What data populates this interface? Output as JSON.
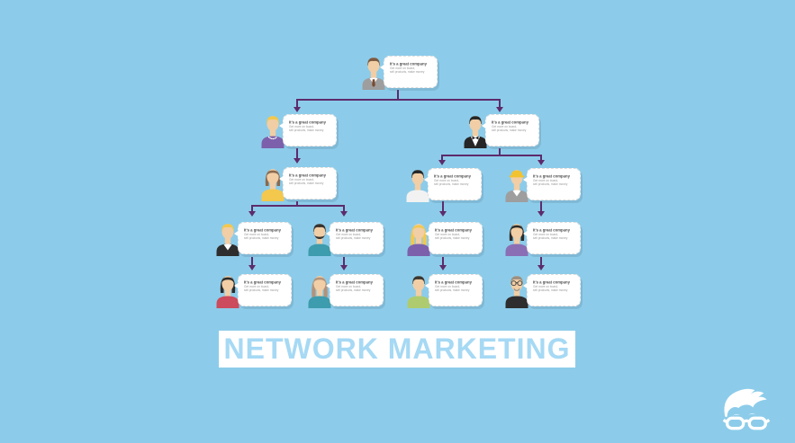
{
  "colors": {
    "background": "#8CCCEA",
    "connector": "#5D2B6B",
    "bubble_border": "#DCDCDC",
    "bubble_title": "#4A4A4A",
    "bubble_body": "#9A9A9A",
    "banner_bg": "#FFFFFF",
    "banner_text": "#A6D9F4",
    "logo": "#FFFFFF"
  },
  "bubble": {
    "title": "It's a great company",
    "line1": "Get more on board,",
    "line2": "sell products, make money"
  },
  "banner": {
    "text": "NETWORK MARKETING"
  },
  "logo": {
    "name": "feedough-hair-and-glasses-face-logo"
  },
  "tree": {
    "description": "Network marketing pyramid org chart; every recruiter repeats the same pitch to recruits below",
    "nodes": [
      {
        "id": "root",
        "level": 1,
        "person": "man in gray suit with tie",
        "avatar": {
          "style": "short",
          "skin": "#F1CEA5",
          "hair": "#7C5A40",
          "top": "#9E9E9E",
          "extras": [
            "shirt",
            "tie"
          ],
          "tie": "#7A4B33"
        }
      },
      {
        "id": "l2-left",
        "level": 2,
        "person": "blonde man in purple top with necklace",
        "avatar": {
          "style": "short",
          "skin": "#F1CEA5",
          "hair": "#F2C84E",
          "top": "#7C60AC",
          "extras": [
            "necklace"
          ]
        }
      },
      {
        "id": "l2-right",
        "level": 2,
        "person": "waiter-style man with black vest and bow tie",
        "avatar": {
          "style": "short",
          "skin": "#F1CEA5",
          "hair": "#262626",
          "top": "#262626",
          "extras": [
            "shirt-deep",
            "bowtie"
          ]
        }
      },
      {
        "id": "l3-left",
        "level": 3,
        "person": "brown-bob woman in yellow top",
        "avatar": {
          "style": "bob",
          "skin": "#F1CEA5",
          "hair": "#8A6A50",
          "top": "#F3C84D",
          "extras": []
        }
      },
      {
        "id": "l3-mid",
        "level": 3,
        "person": "dark-haired man in white shirt",
        "avatar": {
          "style": "short",
          "skin": "#F1CEA5",
          "hair": "#262626",
          "top": "#F2F2F2",
          "extras": []
        }
      },
      {
        "id": "l3-right",
        "level": 3,
        "person": "construction worker with yellow hard hat",
        "avatar": {
          "style": "hardhat",
          "skin": "#F1CEA5",
          "hair": "#C9A35B",
          "top": "#9E9E9E",
          "hat": "#F2C230",
          "extras": [
            "shirt"
          ]
        }
      },
      {
        "id": "l4-a",
        "level": 4,
        "person": "blonde man in black suit",
        "avatar": {
          "style": "short",
          "skin": "#F1CEA5",
          "hair": "#F2C84E",
          "top": "#2E2E2E",
          "extras": [
            "shirt"
          ]
        }
      },
      {
        "id": "l4-b",
        "level": 4,
        "person": "bearded man in teal shirt",
        "avatar": {
          "style": "short",
          "skin": "#F1CEA5",
          "hair": "#38332E",
          "top": "#3D9CAD",
          "extras": [
            "beard"
          ]
        }
      },
      {
        "id": "l4-c",
        "level": 4,
        "person": "long-haired blonde woman in purple top",
        "avatar": {
          "style": "long",
          "skin": "#F1CEA5",
          "hair": "#F2C84E",
          "top": "#7C60AC",
          "extras": []
        }
      },
      {
        "id": "l4-d",
        "level": 4,
        "person": "dark-haired woman in purple top",
        "avatar": {
          "style": "bob",
          "skin": "#F1CEA5",
          "hair": "#2B2B2B",
          "top": "#8A6FB5",
          "extras": []
        }
      },
      {
        "id": "l5-a",
        "level": 5,
        "person": "black-bob woman in red top",
        "avatar": {
          "style": "bob",
          "skin": "#F1CEA5",
          "hair": "#2B2B2B",
          "top": "#CC4B5C",
          "extras": []
        }
      },
      {
        "id": "l5-b",
        "level": 5,
        "person": "light-brown-haired woman in teal top",
        "avatar": {
          "style": "long",
          "skin": "#F1CEA5",
          "hair": "#B3937A",
          "top": "#3D9CAD",
          "extras": []
        }
      },
      {
        "id": "l5-c",
        "level": 5,
        "person": "dark-haired man in green top",
        "avatar": {
          "style": "short",
          "skin": "#F1CEA5",
          "hair": "#3A3632",
          "top": "#AECB6F",
          "extras": []
        }
      },
      {
        "id": "l5-d",
        "level": 5,
        "person": "gray-haired man with glasses and goatee in black top",
        "avatar": {
          "style": "short",
          "skin": "#F1CEA5",
          "hair": "#9C9082",
          "top": "#2E2E2E",
          "extras": [
            "glasses",
            "goatee"
          ]
        }
      }
    ]
  }
}
